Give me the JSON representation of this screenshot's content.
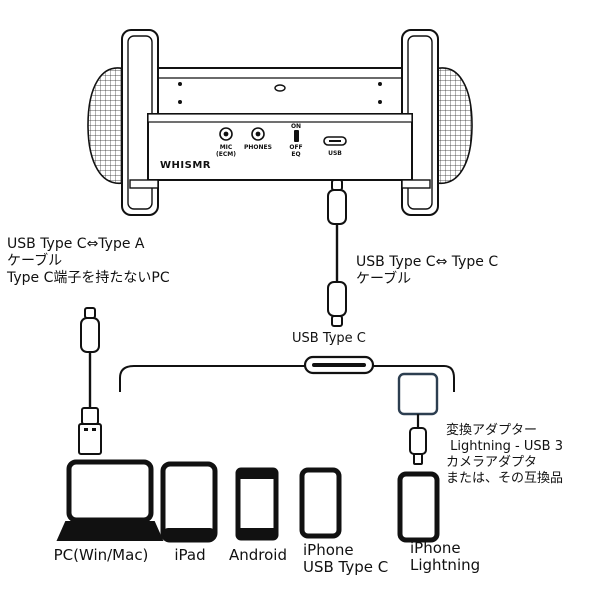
{
  "device": {
    "brand": "WHISMR",
    "ports": {
      "mic_label_1": "MIC",
      "mic_label_2": "(ECM)",
      "phones_label": "PHONES",
      "switch_on": "ON",
      "switch_off": "OFF",
      "switch_eq": "EQ",
      "usb_label": "USB"
    }
  },
  "cables": {
    "left_line1": "USB Type C⇔Type A",
    "left_line2": "ケーブル",
    "left_line3": "Type C端子を持たないPC",
    "right_line1": "USB Type C⇔ Type C",
    "right_line2": "ケーブル"
  },
  "hub": {
    "label": "USB Type C"
  },
  "adapter": {
    "line1": "変換アダプター",
    "line2": " Lightning - USB 3",
    "line3": "カメラアダプタ",
    "line4": "または、その互換品"
  },
  "devices": {
    "pc": "PC(Win/Mac)",
    "ipad": "iPad",
    "android": "Android",
    "iphone_c_1": "iPhone",
    "iphone_c_2": "USB Type C",
    "iphone_l_1": "iPhone",
    "iphone_l_2": "Lightning"
  },
  "colors": {
    "line": "#111111",
    "adapter_accent": "#2c3e50",
    "text": "#111111"
  }
}
